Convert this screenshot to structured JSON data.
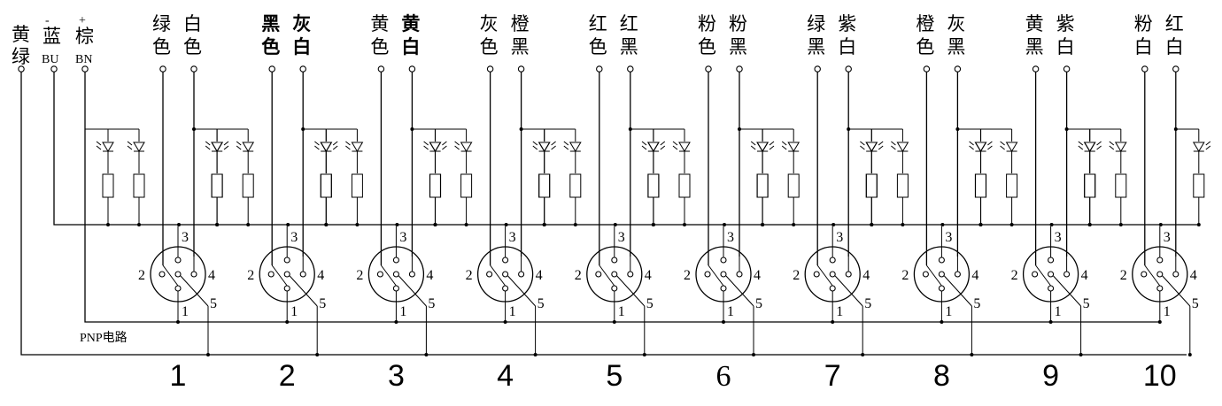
{
  "supply": {
    "ground": {
      "line1": "黄",
      "line2": "绿"
    },
    "minus": {
      "sign": "-",
      "name": "蓝",
      "code": "BU"
    },
    "plus": {
      "sign": "+",
      "name": "棕",
      "code": "BN"
    }
  },
  "channel_wires": [
    {
      "a1": "绿",
      "a2": "色",
      "b1": "白",
      "b2": "色"
    },
    {
      "a1": "黑",
      "a2": "色",
      "b1": "灰",
      "b2": "白"
    },
    {
      "a1": "黄",
      "a2": "色",
      "b1": "黄",
      "b2": "白"
    },
    {
      "a1": "灰",
      "a2": "色",
      "b1": "橙",
      "b2": "黑"
    },
    {
      "a1": "红",
      "a2": "色",
      "b1": "红",
      "b2": "黑"
    },
    {
      "a1": "粉",
      "a2": "色",
      "b1": "粉",
      "b2": "黑"
    },
    {
      "a1": "绿",
      "a2": "黑",
      "b1": "紫",
      "b2": "白"
    },
    {
      "a1": "橙",
      "a2": "色",
      "b1": "灰",
      "b2": "黑"
    },
    {
      "a1": "黄",
      "a2": "黑",
      "b1": "紫",
      "b2": "白"
    },
    {
      "a1": "粉",
      "a2": "白",
      "b1": "红",
      "b2": "白"
    }
  ],
  "pins": {
    "p1": "1",
    "p2": "2",
    "p3": "3",
    "p4": "4",
    "p5": "5"
  },
  "circuit_label": "PNP电路",
  "port_numbers": [
    "1",
    "2",
    "3",
    "4",
    "5",
    "6",
    "7",
    "8",
    "9",
    "10"
  ]
}
